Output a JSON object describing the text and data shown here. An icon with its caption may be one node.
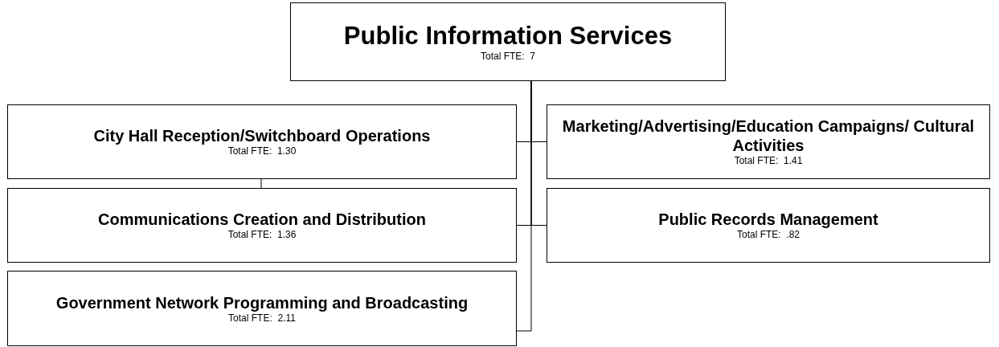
{
  "diagram": {
    "nodes": [
      {
        "text": [
          "Public Information Services",
          "Total FTE:  7"
        ]
      },
      {
        "text": [
          "City Hall Reception/Switchboard Operations",
          "Total FTE:  1.30"
        ]
      },
      {
        "text": [
          "Marketing/Advertising/Education Campaigns/ Cultural Activities",
          "Total FTE:  1.41"
        ]
      },
      {
        "text": [
          "Communications Creation and Distribution",
          "Total FTE:  1.36"
        ]
      },
      {
        "text": [
          "Public Records Management",
          "Total FTE:  .82"
        ]
      },
      {
        "text": [
          "Government Network Programming and Broadcasting",
          "Total FTE:  2.11"
        ]
      }
    ],
    "edges": [
      {
        "from": 0,
        "to": 1,
        "arrow": "none"
      },
      {
        "from": 0,
        "to": 2,
        "arrow": "none"
      },
      {
        "from": 0,
        "to": 3,
        "arrow": "none"
      },
      {
        "from": 0,
        "to": 4,
        "arrow": "none"
      },
      {
        "from": 0,
        "to": 5,
        "arrow": "none"
      },
      {
        "from": 1,
        "to": 3,
        "arrow": "none"
      }
    ]
  }
}
